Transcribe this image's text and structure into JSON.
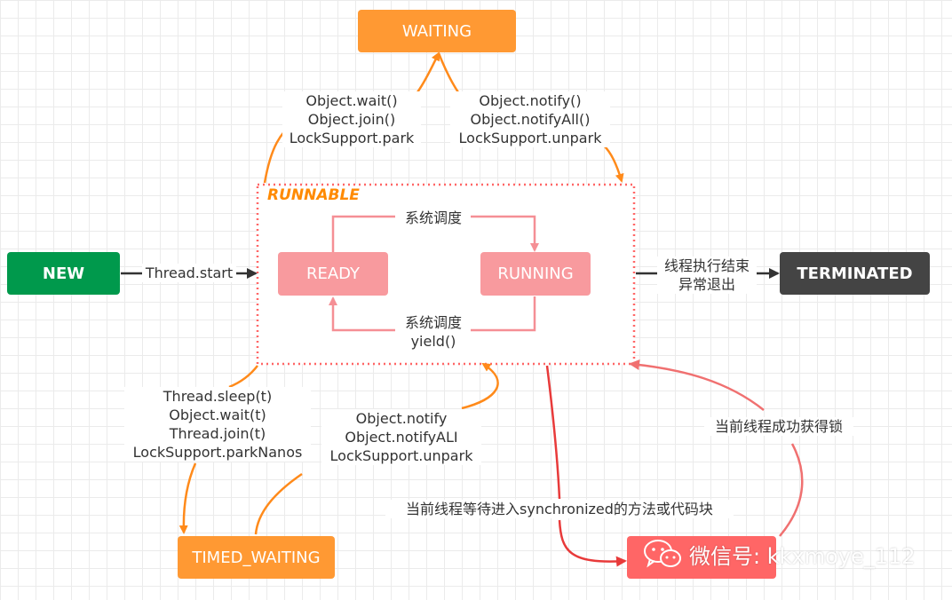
{
  "states": {
    "waiting": "WAITING",
    "runnable": "RUNNABLE",
    "ready": "READY",
    "running": "RUNNING",
    "new": "NEW",
    "terminated": "TERMINATED",
    "timed_waiting": "TIMED_WAITING"
  },
  "transitions": {
    "to_waiting": [
      "Object.wait()",
      "Object.join()",
      "LockSupport.park"
    ],
    "from_waiting": [
      "Object.notify()",
      "Object.notifyAll()",
      "LockSupport.unpark"
    ],
    "ready_to_running": "系统调度",
    "running_to_ready": [
      "系统调度",
      "yield()"
    ],
    "new_to_runnable": "Thread.start",
    "to_terminated": [
      "线程执行结束",
      "异常退出"
    ],
    "to_timed_waiting": [
      "Thread.sleep(t)",
      "Object.wait(t)",
      "Thread.join(t)",
      "LockSupport.parkNanos"
    ],
    "from_timed_waiting": [
      "Object.notify",
      "Object.notifyALI",
      "LockSupport.unpark"
    ],
    "to_blocked": "当前线程等待进入synchronized的方法或代码块",
    "from_blocked": "当前线程成功获得锁"
  },
  "watermark": "微信号: kkxmoye_112",
  "colors": {
    "orange": "#ff9933",
    "green": "#00994c",
    "dark": "#444444",
    "pink": "#f89a9e",
    "red": "#ff6666",
    "runnable_border": "#ff6666",
    "runnable_title": "#ff8a00"
  }
}
